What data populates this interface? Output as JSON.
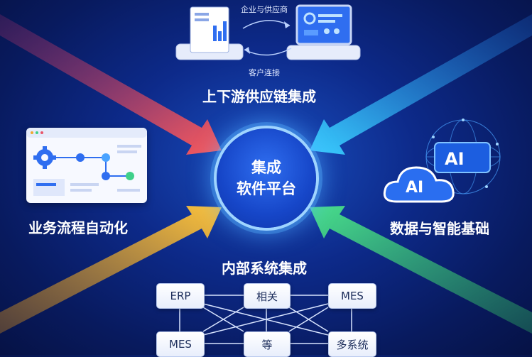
{
  "center": {
    "line1": "集成",
    "line2": "软件平台"
  },
  "sections": {
    "top": {
      "title": "上下游供应链集成",
      "arrow_top": "企业与供应商",
      "arrow_bottom": "客户连接"
    },
    "left": {
      "title": "业务流程自动化"
    },
    "right": {
      "title": "数据与智能基础",
      "badge_back": "AI",
      "badge_front": "AI"
    },
    "bottom": {
      "title": "内部系统集成",
      "nodes": [
        "ERP",
        "相关",
        "MES",
        "MES",
        "等",
        "多系统"
      ]
    }
  },
  "colors": {
    "arrow_top_left": "#e8556a",
    "arrow_top_right": "#2fc3f0",
    "arrow_bottom_left": "#f0a830",
    "arrow_bottom_right": "#3fd08a",
    "center_ring": "#9fd4ff"
  },
  "icons": [
    "server-tower-icon",
    "dashboard-monitor-icon",
    "workflow-gear-icon",
    "ai-cloud-icon",
    "ai-globe-icon"
  ]
}
